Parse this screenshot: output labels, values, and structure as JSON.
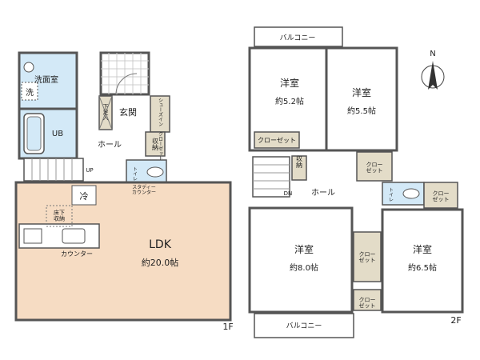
{
  "floor1": {
    "label": "1F",
    "rooms": {
      "washroom": "洗面室",
      "washer": "洗",
      "bath": "UB",
      "entrance": "玄関",
      "shoe_step": "下足入",
      "shoe_closet": "シューズイン\nクローゼット",
      "hall": "ホール",
      "storage": "収納",
      "toilet": "トイレ",
      "stairs_up": "UP",
      "fridge": "冷",
      "under_floor": "床下\n収納",
      "study": "スタディー\nカウンター",
      "counter": "カウンター",
      "ldk_name": "LDK",
      "ldk_size": "約20.0帖"
    }
  },
  "floor2": {
    "label": "2F",
    "rooms": {
      "balcony_top": "バルコニー",
      "balcony_bottom": "バルコニー",
      "west_room_name": "洋室",
      "west_room_size": "約5.2帖",
      "east_room_name": "洋室",
      "east_room_size": "約5.5帖",
      "closet_a": "クローゼット",
      "storage": "収納",
      "closet_b": "クロー\nゼット",
      "stairs_dn": "DN",
      "hall": "ホール",
      "toilet": "トイレ",
      "closet_c": "クロー\nゼット",
      "sw_room_name": "洋室",
      "sw_room_size": "約8.0帖",
      "closet_d": "クロー\nゼット",
      "closet_e": "クロー\nゼット",
      "se_room_name": "洋室",
      "se_room_size": "約6.5帖"
    }
  },
  "compass": {
    "north": "N"
  },
  "colors": {
    "wall": "#555555",
    "ldk_floor": "#f6dcc3",
    "wet_area": "#d3e9f7",
    "closet": "#e3dcc8",
    "balcony": "#ffffff"
  }
}
